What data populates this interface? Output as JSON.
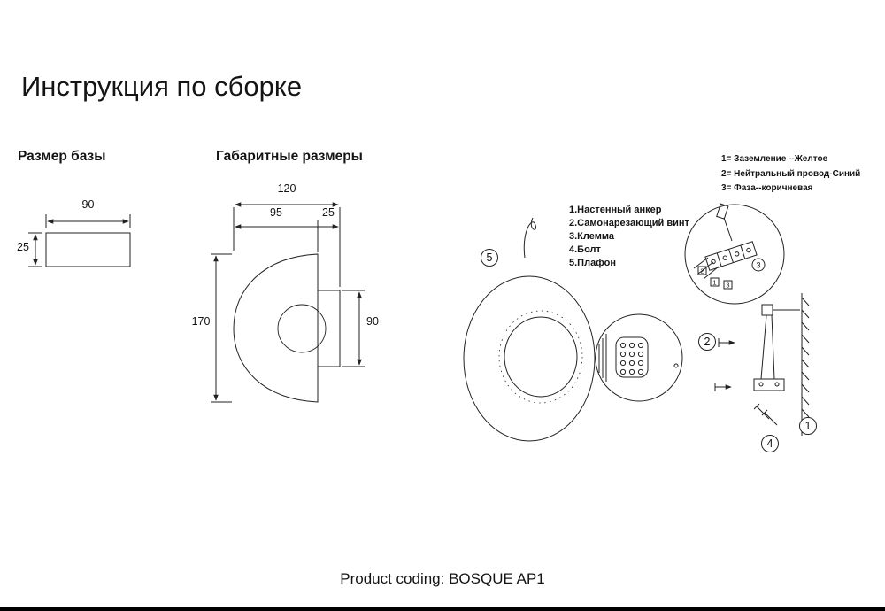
{
  "page": {
    "title": "Инструкция по сборке",
    "product_coding": "Product coding: BOSQUE AP1"
  },
  "base_size": {
    "label": "Размер базы",
    "width": "90",
    "height": "25"
  },
  "overall": {
    "label": "Габаритные размеры",
    "total_width": "120",
    "front_width": "95",
    "back_width": "25",
    "height": "170",
    "back_height": "90"
  },
  "parts": {
    "items": [
      "1.Настенный анкер",
      "2.Самонарезающий винт",
      "3.Клемма",
      "4.Болт",
      "5.Плафон"
    ]
  },
  "wiring": {
    "items": [
      "1= Заземление --Желтое",
      "2= Нейтральный провод-Синий",
      "3= Фаза--коричневая"
    ]
  },
  "numbers": {
    "one": "1",
    "two": "2",
    "three": "3",
    "four": "4",
    "five": "5"
  }
}
